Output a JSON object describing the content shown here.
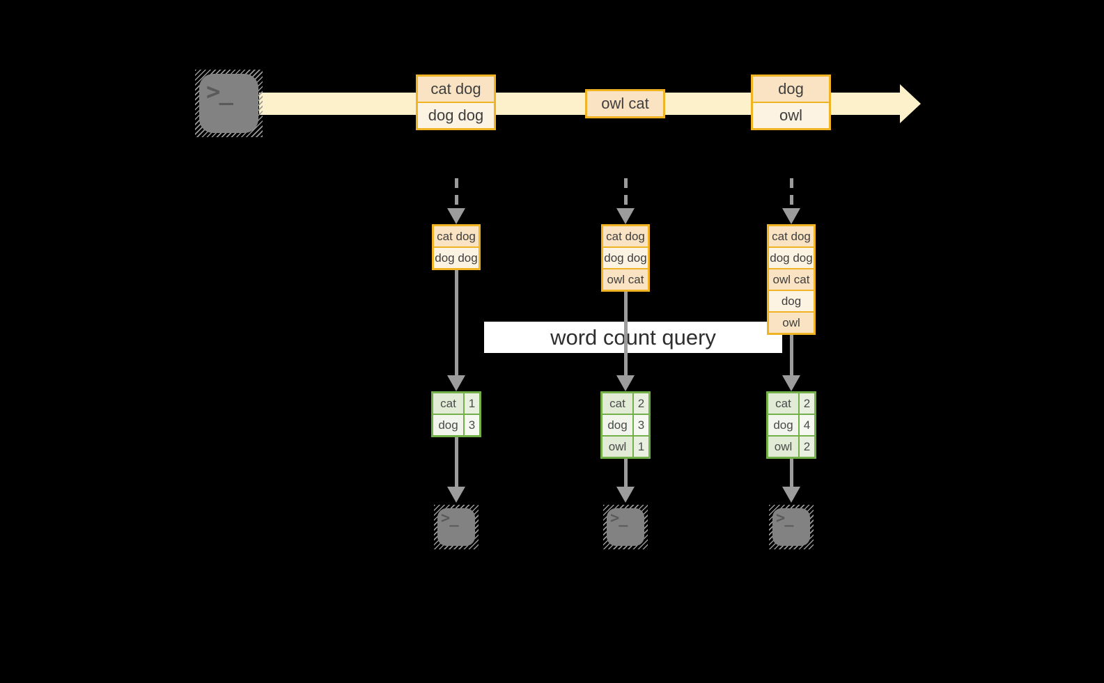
{
  "title_label": "word count query",
  "icons": {
    "terminal_prompt_glyph": ">_"
  },
  "colors": {
    "background": "#000000",
    "stream_band": "#FCF1CB",
    "orange_border": "#F0B323",
    "orange_fill_dark": "#FAE3C3",
    "orange_fill_light": "#FDF3E2",
    "green_border": "#74B04A",
    "green_fill_dark": "#E1EBD6",
    "green_fill_light": "#F1F5EC",
    "arrow_gray": "#9C9C9C",
    "terminal_gray": "#828282"
  },
  "stream": {
    "events": [
      {
        "lines": [
          "cat dog",
          "dog dog"
        ]
      },
      {
        "lines": [
          "owl cat"
        ]
      },
      {
        "lines": [
          "dog",
          "owl"
        ]
      }
    ]
  },
  "columns": [
    {
      "buffer": [
        "cat dog",
        "dog dog"
      ],
      "counts": [
        {
          "word": "cat",
          "count": "1"
        },
        {
          "word": "dog",
          "count": "3"
        }
      ]
    },
    {
      "buffer": [
        "cat dog",
        "dog dog",
        "owl cat"
      ],
      "counts": [
        {
          "word": "cat",
          "count": "2"
        },
        {
          "word": "dog",
          "count": "3"
        },
        {
          "word": "owl",
          "count": "1"
        }
      ]
    },
    {
      "buffer": [
        "cat dog",
        "dog dog",
        "owl cat",
        "dog",
        "owl"
      ],
      "counts": [
        {
          "word": "cat",
          "count": "2"
        },
        {
          "word": "dog",
          "count": "4"
        },
        {
          "word": "owl",
          "count": "2"
        }
      ]
    }
  ]
}
